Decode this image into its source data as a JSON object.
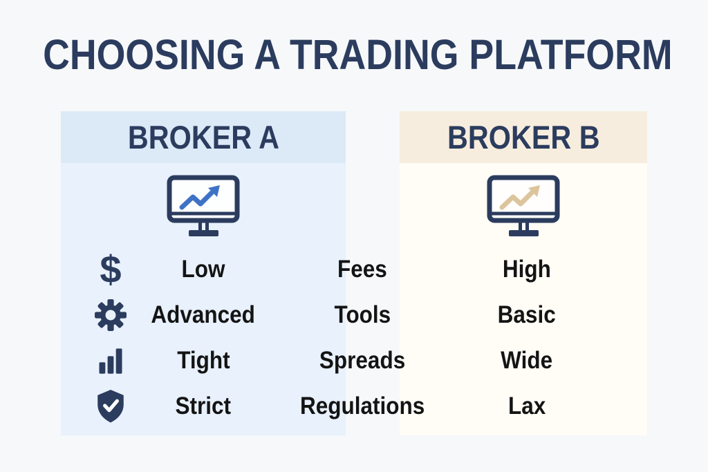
{
  "title": "CHOOSING A TRADING PLATFORM",
  "columns": {
    "a": {
      "name": "BROKER A",
      "icon": "monitor-trend-up-icon"
    },
    "b": {
      "name": "BROKER B",
      "icon": "monitor-trend-up-icon"
    }
  },
  "rows": [
    {
      "icon": "dollar-icon",
      "a": "Low",
      "label": "Fees",
      "b": "High"
    },
    {
      "icon": "gear-icon",
      "a": "Advanced",
      "label": "Tools",
      "b": "Basic"
    },
    {
      "icon": "bar-chart-icon",
      "a": "Tight",
      "label": "Spreads",
      "b": "Wide"
    },
    {
      "icon": "shield-check-icon",
      "a": "Strict",
      "label": "Regulations",
      "b": "Lax"
    }
  ],
  "icons": {
    "dollar": "$"
  },
  "colors": {
    "navy": "#2b3c5e",
    "row_text": "#141414",
    "page_bg": "#f6f8fa",
    "panel_a_header_bg": "#dce9f7",
    "panel_a_body_bg": "#e8f1fc",
    "panel_b_header_bg": "#f7edde",
    "panel_b_body_bg": "#fffdf6",
    "trend_a": "#3e72c4",
    "trend_b": "#dcc49c"
  }
}
